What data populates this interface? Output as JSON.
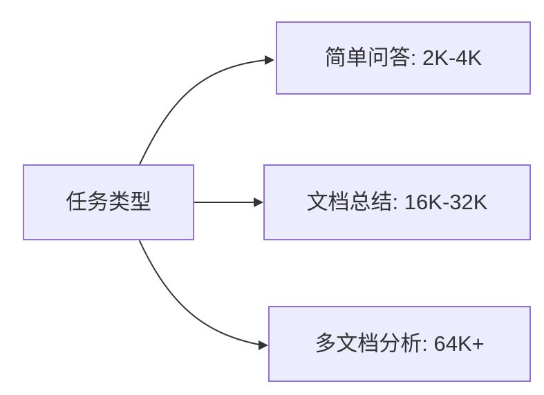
{
  "diagram": {
    "type": "flowchart",
    "direction": "LR",
    "nodes": [
      {
        "id": "task-type",
        "label": "任务类型",
        "role": "root"
      },
      {
        "id": "simple-qa",
        "label": "简单问答: 2K-4K",
        "role": "branch"
      },
      {
        "id": "doc-summary",
        "label": "文档总结: 16K-32K",
        "role": "branch"
      },
      {
        "id": "multi-doc-analysis",
        "label": "多文档分析: 64K+",
        "role": "branch"
      }
    ],
    "edges": [
      {
        "from": "task-type",
        "to": "simple-qa"
      },
      {
        "from": "task-type",
        "to": "doc-summary"
      },
      {
        "from": "task-type",
        "to": "multi-doc-analysis"
      }
    ],
    "colors": {
      "node_fill": "#ECECFF",
      "node_border": "#9370DB",
      "edge_stroke": "#333333",
      "label_text": "#333333",
      "background": "#FFFFFF"
    }
  }
}
